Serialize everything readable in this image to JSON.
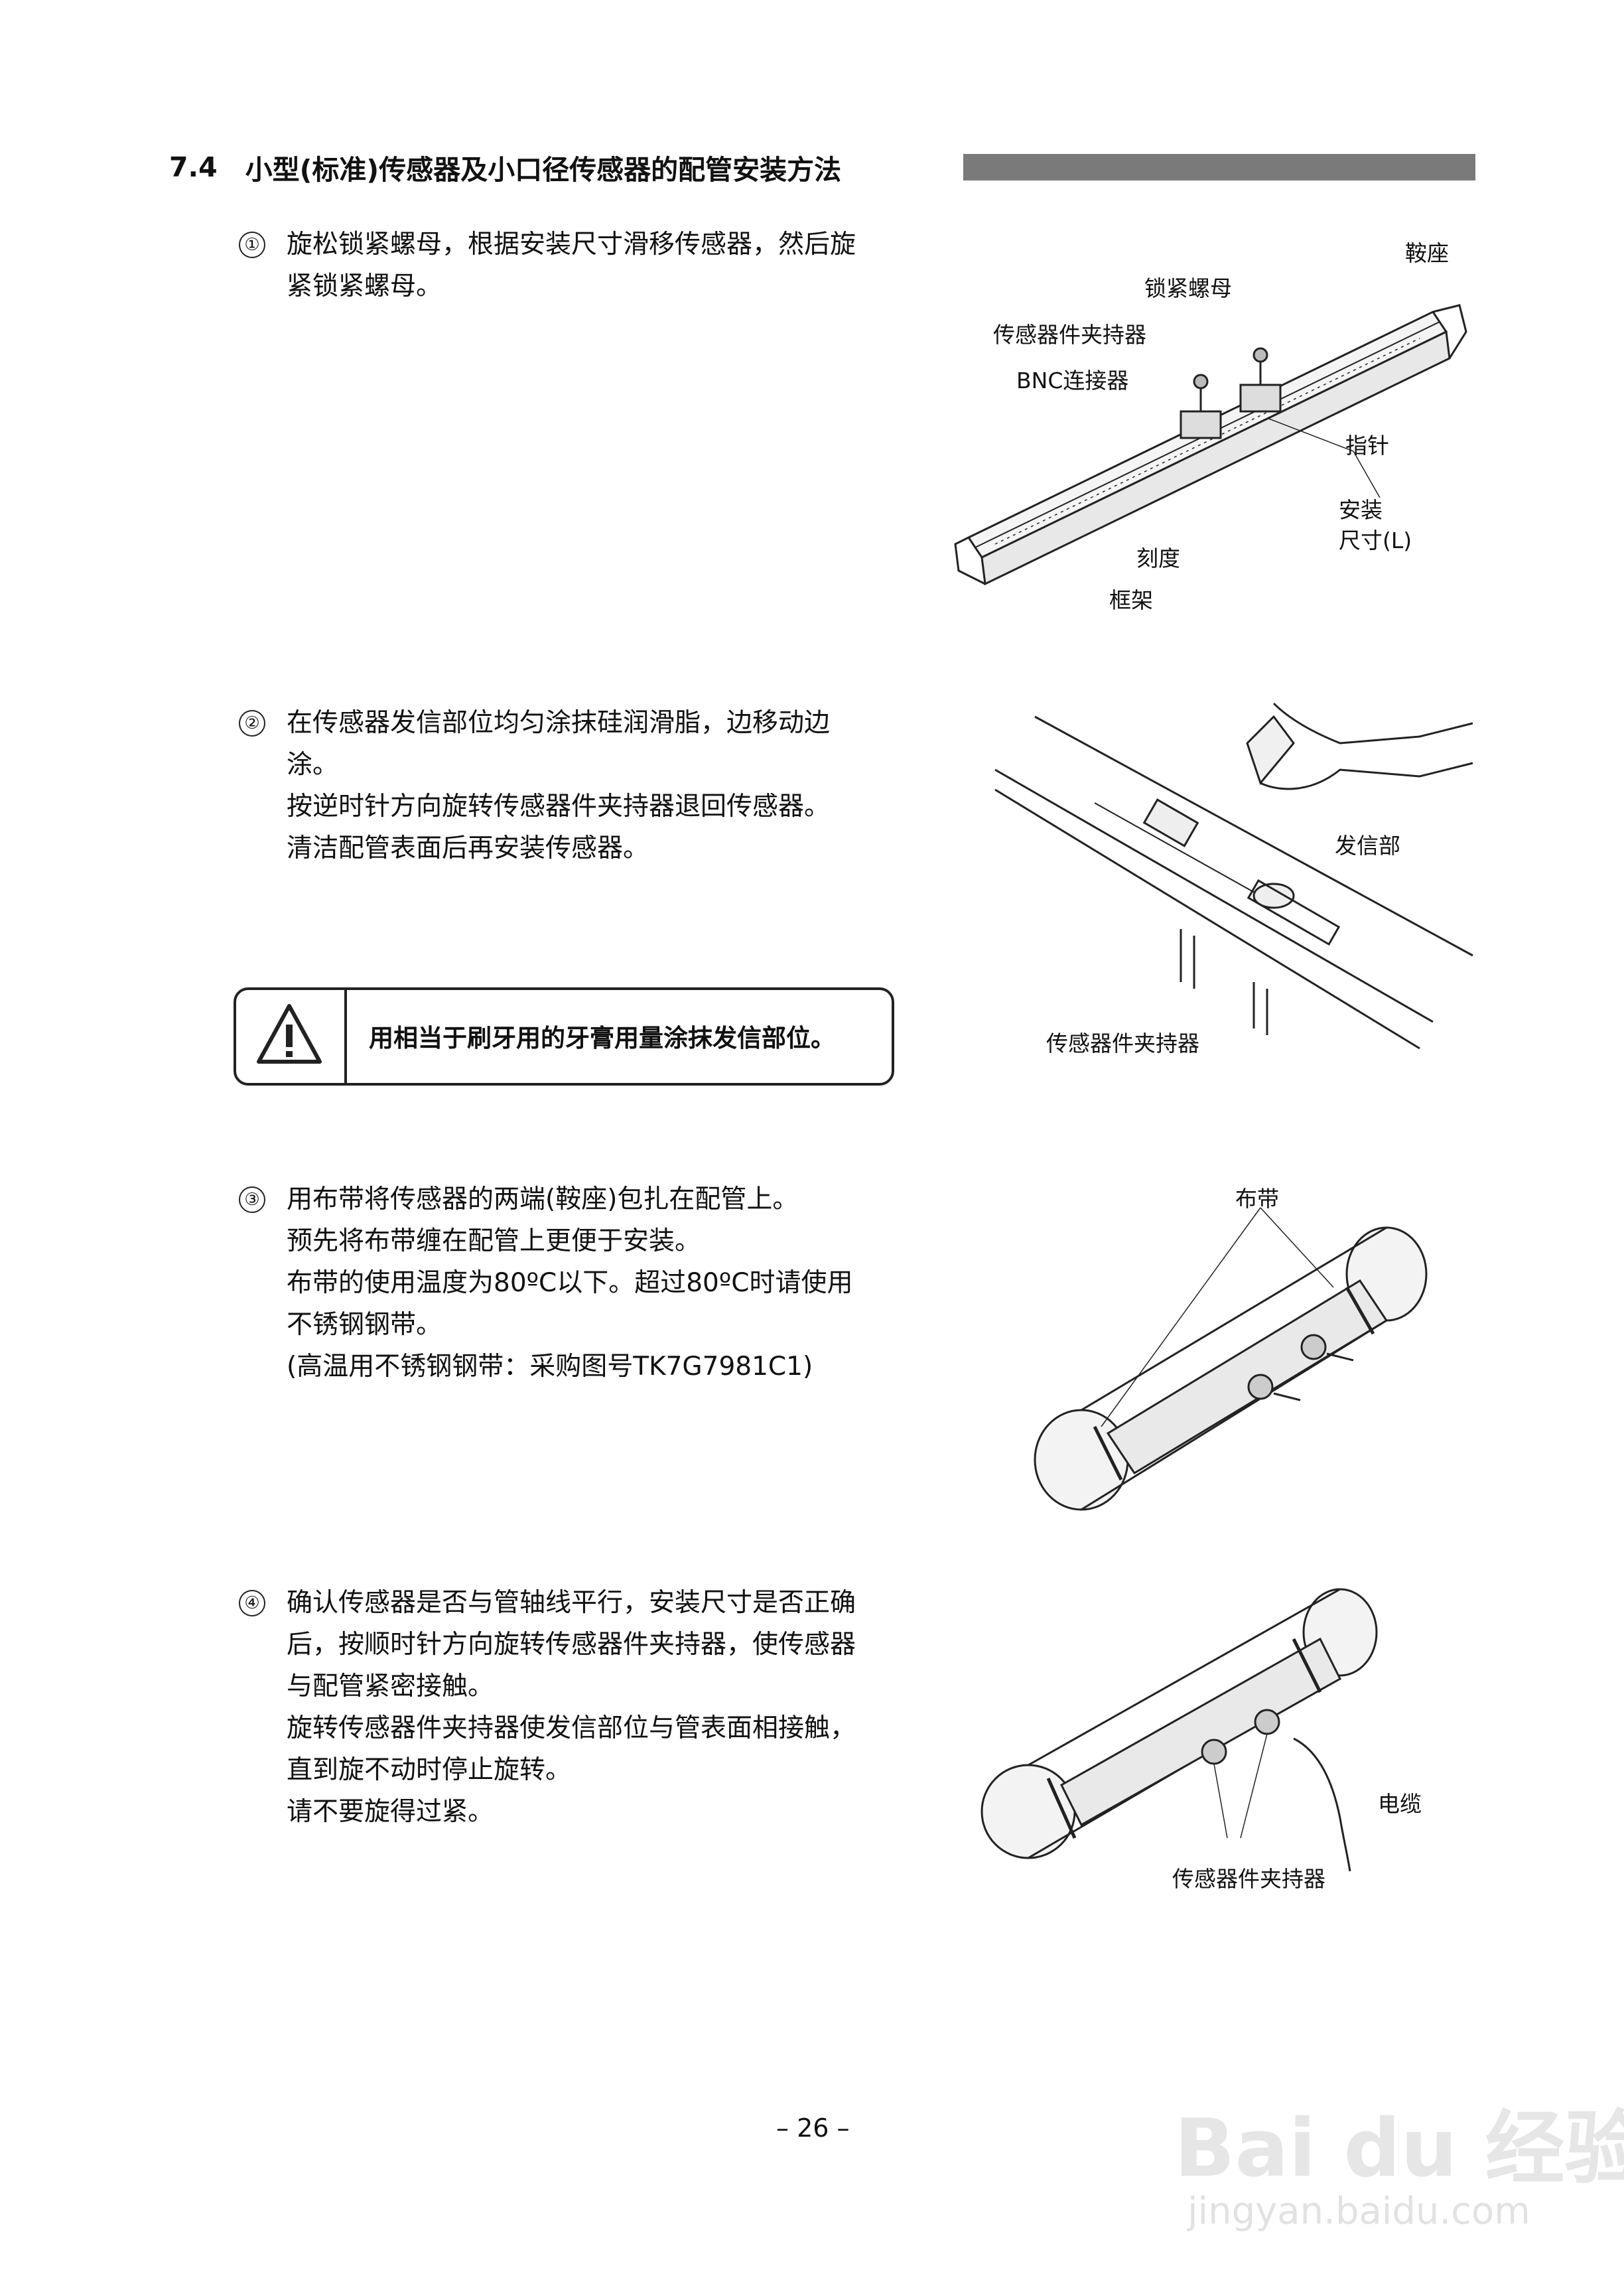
{
  "section": {
    "number": "7.4",
    "title": "小型(标准)传感器及小口径传感器的配管安装方法"
  },
  "steps": [
    {
      "marker": "①",
      "lines": [
        "旋松锁紧螺母，根据安装尺寸滑移传感器，然后旋",
        "紧锁紧螺母。"
      ]
    },
    {
      "marker": "②",
      "lines": [
        "在传感器发信部位均匀涂抹硅润滑脂，边移动边",
        "涂。",
        "按逆时针方向旋转传感器件夹持器退回传感器。",
        "清洁配管表面后再安装传感器。"
      ]
    },
    {
      "marker": "③",
      "lines": [
        "用布带将传感器的两端(鞍座)包扎在配管上。",
        "预先将布带缠在配管上更便于安装。",
        "布带的使用温度为80ºC以下。超过80ºC时请使用",
        "不锈钢钢带。",
        "(高温用不锈钢钢带：采购图号TK7G7981C1)"
      ]
    },
    {
      "marker": "④",
      "lines": [
        "确认传感器是否与管轴线平行，安装尺寸是否正确",
        "后，按顺时针方向旋转传感器件夹持器，使传感器",
        "与配管紧密接触。",
        "旋转传感器件夹持器使发信部位与管表面相接触，",
        "直到旋不动时停止旋转。",
        "请不要旋得过紧。"
      ]
    }
  ],
  "warning": {
    "icon": "warning-triangle-icon",
    "text": "用相当于刷牙用的牙膏用量涂抹发信部位。"
  },
  "figure1": {
    "saddle": "鞍座",
    "lock_nut": "锁紧螺母",
    "holder": "传感器件夹持器",
    "bnc": "BNC连接器",
    "pointer": "指针",
    "install_dim_1": "安装",
    "install_dim_2": "尺寸(L)",
    "scale": "刻度",
    "frame": "框架"
  },
  "figure2": {
    "transmit_part": "发信部",
    "holder": "传感器件夹持器"
  },
  "figure3": {
    "cloth_band": "布带"
  },
  "figure4": {
    "cable": "电缆",
    "holder": "传感器件夹持器"
  },
  "footer": {
    "page_number": "– 26 –"
  },
  "watermark": {
    "logo": "Bai du 经验",
    "url": "jingyan.baidu.com"
  }
}
